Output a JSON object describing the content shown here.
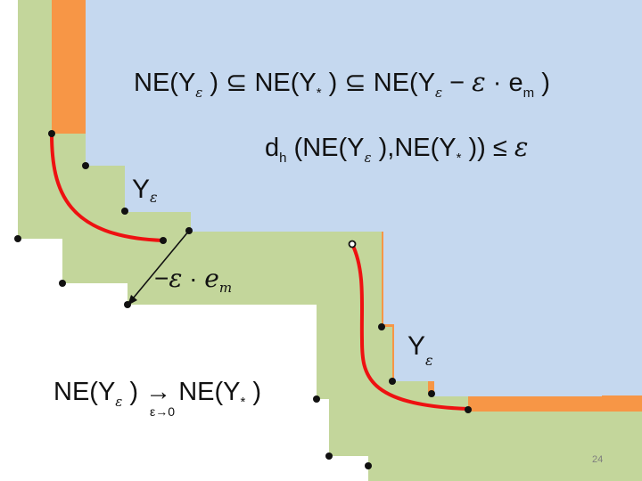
{
  "colors": {
    "blue_region": "#c5d8ef",
    "orange_band": "#f79646",
    "green_region": "#c3d69b",
    "background": "#ffffff",
    "curve": "#ee1111",
    "points": "#111111"
  },
  "formula_top": {
    "part1": "NE(Y",
    "eps": "ε",
    "part2": " ) ⊆ NE(Y",
    "star": "*",
    "part3": " ) ⊆ NE(Y",
    "part4": " − ",
    "part5": " · e",
    "sub_m": "m",
    "part6": " )"
  },
  "formula_dist": {
    "d": "d",
    "sub_h": "h",
    "part1": " (NE(Y",
    "part2": " ),NE(Y",
    "part3": " )) ≤ "
  },
  "label_top": {
    "Y": "Y",
    "eps": "ε"
  },
  "label_bottom": {
    "Y": "Y",
    "eps": "ε"
  },
  "shift_label": {
    "minus": "−",
    "eps": "ε",
    "dot": " · ",
    "e": "e",
    "sub_m": "m"
  },
  "limit_formula": {
    "part1": "NE(Y",
    "part2": " ) → NE(Y",
    "part3": " )",
    "under": "ε→0"
  },
  "page_number": "24"
}
